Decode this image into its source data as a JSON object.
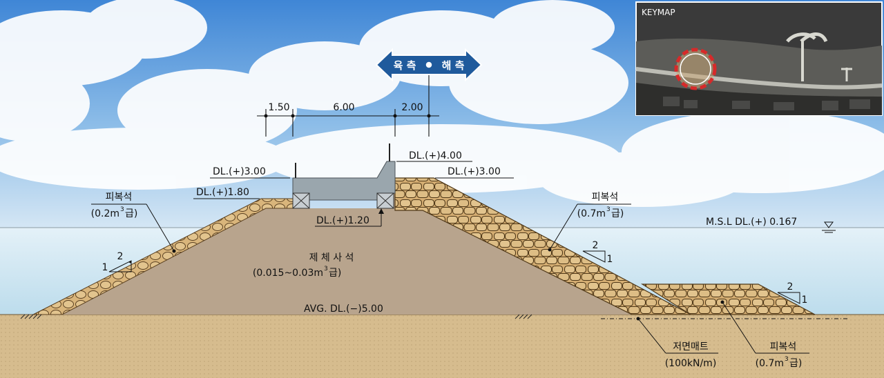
{
  "direction_arrow": {
    "left": "육 측",
    "right": "해 측"
  },
  "keymap": {
    "title": "KEYMAP"
  },
  "dimensions": {
    "d1": "1.50",
    "d2": "6.00",
    "d3": "2.00"
  },
  "levels": {
    "dl_400": "DL.(+)4.00",
    "dl_300_left": "DL.(+)3.00",
    "dl_300_right": "DL.(+)3.00",
    "dl_180": "DL.(+)1.80",
    "dl_120": "DL.(+)1.20",
    "msl": "M.S.L  DL.(+) 0.167",
    "avg": "AVG. DL.(−)5.00"
  },
  "labels": {
    "armor_left": {
      "name": "피복석",
      "spec_pre": "(0.2m",
      "spec_sup": "3",
      "spec_post": "급)"
    },
    "armor_right": {
      "name": "피복석",
      "spec_pre": "(0.7m",
      "spec_sup": "3",
      "spec_post": "급)"
    },
    "core": {
      "name": "제 체 사 석",
      "spec_pre": "(0.015~0.03m",
      "spec_sup": "3",
      "spec_post": "급)"
    },
    "mat": {
      "name": "저면매트",
      "spec": "(100kN/m)"
    },
    "armor_toe": {
      "name": "피복석",
      "spec_pre": "(0.7m",
      "spec_sup": "3",
      "spec_post": "급)"
    }
  },
  "slopes": [
    {
      "rise": "1",
      "run": "2"
    },
    {
      "rise": "1",
      "run": "2"
    },
    {
      "rise": "1",
      "run": "2"
    }
  ],
  "colors": {
    "sky_top": "#3f86d6",
    "sky_bottom": "#cfe3f4",
    "water": "#cfe6f2",
    "seabed": "#d6bc8e",
    "core": "#b8a48d",
    "armor": "#d9b57b",
    "armor_stroke": "#5a4020",
    "crown": "#9aa6ad",
    "arrow": "#1f5a9c"
  }
}
